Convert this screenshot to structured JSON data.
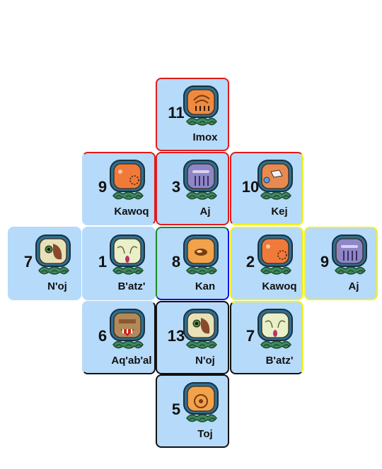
{
  "colors": {
    "tile_fill": "#b6dafa",
    "red": "#e01b1b",
    "yellow": "#f2f21a",
    "green": "#1a8a2a",
    "blue": "#1010e0",
    "black": "#111111"
  },
  "tiles": [
    {
      "id": "top",
      "number": "11",
      "name": "Imox",
      "glyph": "imox-glyph-icon",
      "inner": "#f08a3e",
      "borders": {
        "top": "red",
        "right": "red",
        "bottom": "red",
        "left": "red"
      }
    },
    {
      "id": "upper-left",
      "number": "9",
      "name": "Kawoq",
      "glyph": "kawoq-glyph-icon",
      "inner": "#f07a3a",
      "borders": {
        "top": "red",
        "right": "red"
      }
    },
    {
      "id": "upper-center",
      "number": "3",
      "name": "Aj",
      "glyph": "aj-glyph-icon",
      "inner": "#8f86c8",
      "borders": {
        "top": "red",
        "right": "red",
        "bottom": "red",
        "left": "red"
      }
    },
    {
      "id": "upper-right",
      "number": "10",
      "name": "Kej",
      "glyph": "kej-glyph-icon",
      "inner": "#e88a50",
      "borders": {
        "top": "red",
        "right": "yellow",
        "bottom": "yellow",
        "left": "red"
      }
    },
    {
      "id": "far-left",
      "number": "7",
      "name": "N'oj",
      "glyph": "noj-glyph-icon",
      "inner": "#e8e1b8",
      "borders": {}
    },
    {
      "id": "mid-left",
      "number": "1",
      "name": "B'atz'",
      "glyph": "batz-glyph-icon",
      "inner": "#e9f0c8",
      "borders": {}
    },
    {
      "id": "center",
      "number": "8",
      "name": "Kan",
      "glyph": "kan-glyph-icon",
      "inner": "#f2a24a",
      "borders": {
        "top": "green",
        "right": "blue",
        "bottom": "blue",
        "left": "green"
      }
    },
    {
      "id": "mid-right",
      "number": "2",
      "name": "Kawoq",
      "glyph": "kawoq-glyph-icon",
      "inner": "#f07a3a",
      "borders": {
        "top": "yellow",
        "right": "yellow",
        "bottom": "yellow",
        "left": "yellow"
      }
    },
    {
      "id": "far-right",
      "number": "9",
      "name": "Aj",
      "glyph": "aj-glyph-icon",
      "inner": "#8f86c8",
      "borders": {
        "top": "yellow",
        "right": "yellow",
        "bottom": "yellow",
        "left": "yellow"
      }
    },
    {
      "id": "lower-left",
      "number": "6",
      "name": "Aq'ab'al",
      "glyph": "aqabal-glyph-icon",
      "inner": "#b28a5a",
      "borders": {
        "right": "black",
        "bottom": "black"
      }
    },
    {
      "id": "lower-center",
      "number": "13",
      "name": "N'oj",
      "glyph": "noj-glyph-icon",
      "inner": "#e8e1b8",
      "borders": {
        "top": "black",
        "right": "black",
        "bottom": "black",
        "left": "black"
      }
    },
    {
      "id": "lower-right",
      "number": "7",
      "name": "B'atz'",
      "glyph": "batz-glyph-icon",
      "inner": "#e9f0c8",
      "borders": {
        "top": "yellow",
        "right": "yellow",
        "bottom": "black",
        "left": "black"
      }
    },
    {
      "id": "bottom",
      "number": "5",
      "name": "Toj",
      "glyph": "toj-glyph-icon",
      "inner": "#f2a24a",
      "borders": {
        "top": "black",
        "right": "black",
        "bottom": "black",
        "left": "black"
      }
    }
  ]
}
